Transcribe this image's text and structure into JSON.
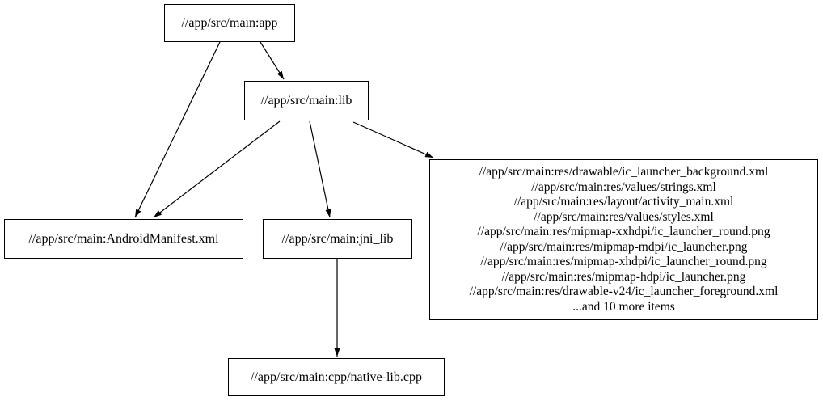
{
  "diagram": {
    "kind": "build-dependency-graph",
    "background_color": "#ffffff",
    "node_border_color": "#000000",
    "edge_color": "#000000",
    "text_color": "#000000",
    "nodes": {
      "app": {
        "label": "//app/src/main:app"
      },
      "lib": {
        "label": "//app/src/main:lib"
      },
      "manifest": {
        "label": "//app/src/main:AndroidManifest.xml"
      },
      "jni_lib": {
        "label": "//app/src/main:jni_lib"
      },
      "res_group": {
        "lines": [
          "//app/src/main:res/drawable/ic_launcher_background.xml",
          "//app/src/main:res/values/strings.xml",
          "//app/src/main:res/layout/activity_main.xml",
          "//app/src/main:res/values/styles.xml",
          "//app/src/main:res/mipmap-xxhdpi/ic_launcher_round.png",
          "//app/src/main:res/mipmap-mdpi/ic_launcher.png",
          "//app/src/main:res/mipmap-xhdpi/ic_launcher_round.png",
          "//app/src/main:res/mipmap-hdpi/ic_launcher.png",
          "//app/src/main:res/drawable-v24/ic_launcher_foreground.xml",
          "...and 10 more items"
        ]
      },
      "native_cpp": {
        "label": "//app/src/main:cpp/native-lib.cpp"
      }
    },
    "edges": [
      {
        "from": "app",
        "to": "lib"
      },
      {
        "from": "app",
        "to": "manifest"
      },
      {
        "from": "lib",
        "to": "manifest"
      },
      {
        "from": "lib",
        "to": "jni_lib"
      },
      {
        "from": "lib",
        "to": "res_group"
      },
      {
        "from": "jni_lib",
        "to": "native_cpp"
      }
    ]
  }
}
